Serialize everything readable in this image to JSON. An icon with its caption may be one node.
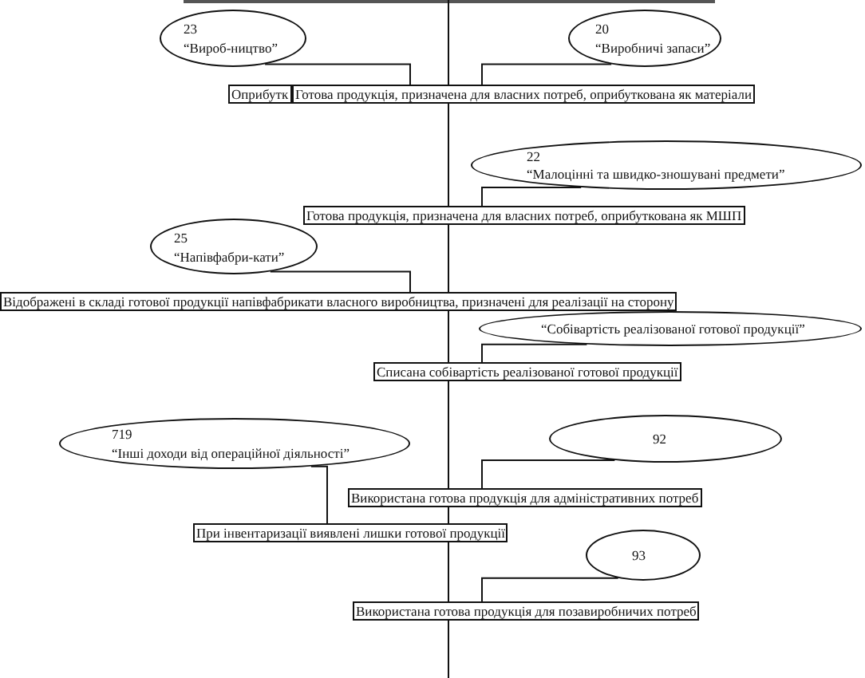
{
  "diagram": {
    "nodes": [
      {
        "text": [
          "23",
          "“Вироб-ництво”"
        ]
      },
      {
        "text": [
          "20",
          "“Виробничі запаси”"
        ]
      },
      {
        "text": [
          "Оприбутк"
        ]
      },
      {
        "text": [
          "Готова продукція, призначена для власних потреб, оприбуткована як матеріали"
        ]
      },
      {
        "text": [
          "22",
          "“Малоцінні та швидко-зношувані предмети”"
        ]
      },
      {
        "text": [
          "Готова продукція, призначена для власних потреб, оприбуткована як МШП"
        ]
      },
      {
        "text": [
          "25",
          "“Напівфабри-кати”"
        ]
      },
      {
        "text": [
          "Відображені в складі готової продукції напівфабрикати власного виробництва, призначені для реалізації на сторону"
        ]
      },
      {
        "text": [
          "“Собівартість реалізованої готової продукції”"
        ]
      },
      {
        "text": [
          "Списана собівартість реалізованої готової продукції"
        ]
      },
      {
        "text": [
          "719",
          "“Інші доходи від операційної діяльності”"
        ]
      },
      {
        "text": [
          "92"
        ]
      },
      {
        "text": [
          "Використана готова продукція для адміністративних потреб"
        ]
      },
      {
        "text": [
          "При інвентаризації виявлені лишки готової продукції"
        ]
      },
      {
        "text": [
          "93"
        ]
      },
      {
        "text": [
          "Використана готова продукція для позавиробничих потреб"
        ]
      }
    ],
    "edges": [
      {
        "from": 0,
        "to": 3,
        "arrow": "none"
      },
      {
        "from": 1,
        "to": 3,
        "arrow": "none"
      },
      {
        "from": 4,
        "to": 5,
        "arrow": "none"
      },
      {
        "from": 6,
        "to": 7,
        "arrow": "none"
      },
      {
        "from": 8,
        "to": 9,
        "arrow": "none"
      },
      {
        "from": 10,
        "to": 13,
        "arrow": "none"
      },
      {
        "from": 11,
        "to": 12,
        "arrow": "none"
      },
      {
        "from": 14,
        "to": 15,
        "arrow": "none"
      }
    ]
  }
}
